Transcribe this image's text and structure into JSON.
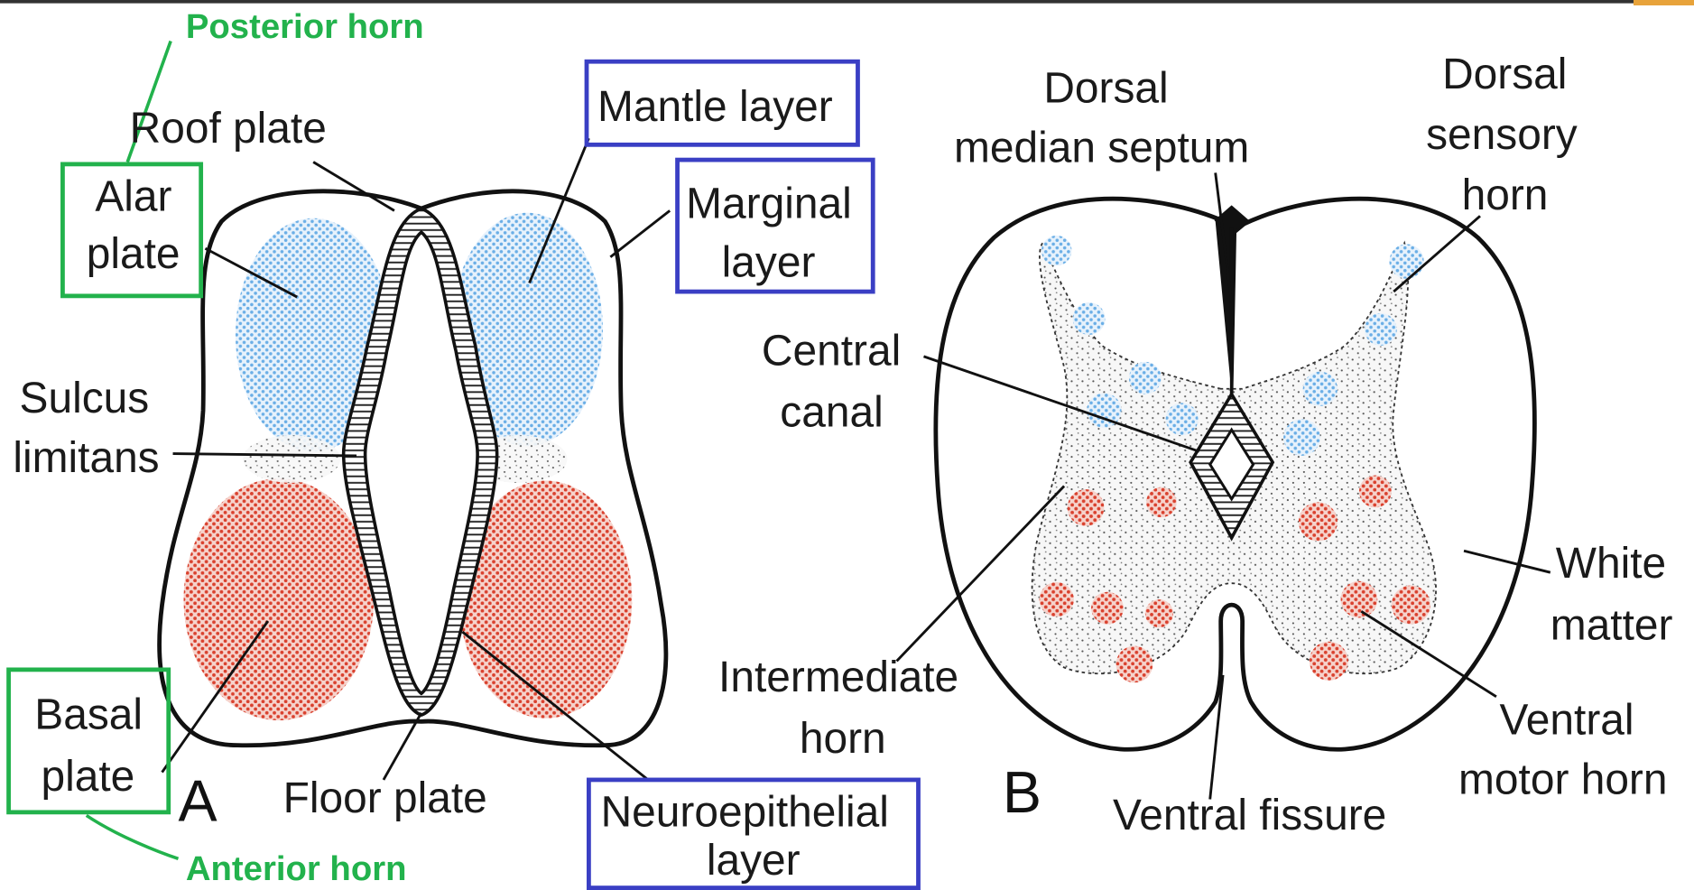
{
  "panel_a": {
    "letter": "A",
    "labels": {
      "roof_plate": "Roof plate",
      "alar_plate_1": "Alar",
      "alar_plate_2": "plate",
      "sulcus_1": "Sulcus",
      "sulcus_2": "limitans",
      "basal_1": "Basal",
      "basal_2": "plate",
      "floor_plate": "Floor plate",
      "mantle": "Mantle layer",
      "marginal_1": "Marginal",
      "marginal_2": "layer",
      "neuro_1": "Neuroepithelial",
      "neuro_2": "layer"
    },
    "annotations": {
      "posterior_horn": "Posterior horn",
      "anterior_horn": "Anterior horn"
    }
  },
  "panel_b": {
    "letter": "B",
    "labels": {
      "dorsal_1": "Dorsal",
      "dorsal_2": "median septum",
      "dorsal_sensory_1": "Dorsal",
      "dorsal_sensory_2": "sensory",
      "dorsal_sensory_3": "horn",
      "central_1": "Central",
      "central_2": "canal",
      "white_1": "White",
      "white_2": "matter",
      "intermediate_1": "Intermediate",
      "intermediate_2": "horn",
      "ventral_fissure": "Ventral fissure",
      "ventral_motor_1": "Ventral",
      "ventral_motor_2": "motor horn"
    }
  },
  "colors": {
    "alar_blue": "#7ab8e8",
    "basal_red": "#d9412e",
    "green_box": "#22b24c",
    "blue_box": "#3a3fc4",
    "orange_corner": "#e8a33a"
  }
}
